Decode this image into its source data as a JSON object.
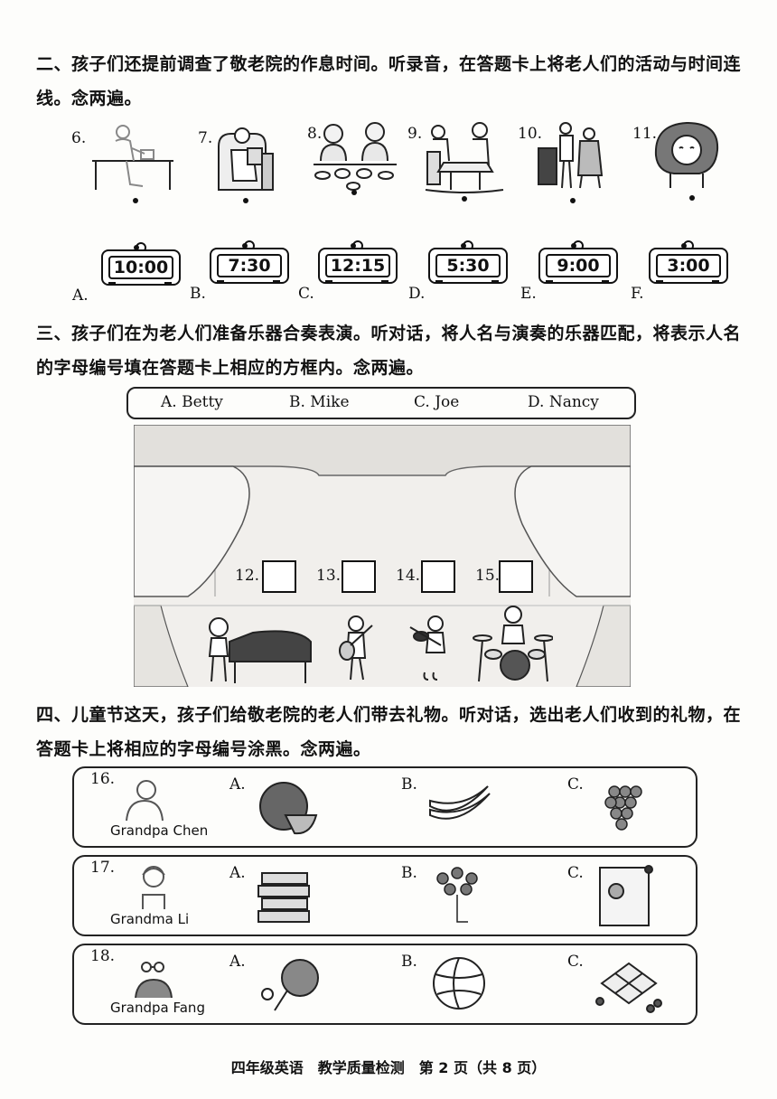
{
  "section2": {
    "title": "二、孩子们还提前调查了敬老院的作息时间。听录音，在答题卡上将老人们的活动与时间连线。念两遍。",
    "pictures": [
      {
        "num": "6.",
        "icon": "reading-at-desk-icon"
      },
      {
        "num": "7.",
        "icon": "reading-in-armchair-icon"
      },
      {
        "num": "8.",
        "icon": "eating-lunch-icon"
      },
      {
        "num": "9.",
        "icon": "playing-chess-icon"
      },
      {
        "num": "10.",
        "icon": "watching-tv-icon"
      },
      {
        "num": "11.",
        "icon": "sleeping-icon"
      }
    ],
    "clocks": [
      {
        "letter": "A.",
        "time": "10:00"
      },
      {
        "letter": "B.",
        "time": "7:30"
      },
      {
        "letter": "C.",
        "time": "12:15"
      },
      {
        "letter": "D.",
        "time": "5:30"
      },
      {
        "letter": "E.",
        "time": "9:00"
      },
      {
        "letter": "F.",
        "time": "3:00"
      }
    ]
  },
  "section3": {
    "title": "三、孩子们在为老人们准备乐器合奏表演。听对话，将人名与演奏的乐器匹配，将表示人名的字母编号填在答题卡上相应的方框内。念两遍。",
    "names": [
      "A. Betty",
      "B. Mike",
      "C. Joe",
      "D. Nancy"
    ],
    "boxes": [
      "12.",
      "13.",
      "14.",
      "15."
    ],
    "instruments": [
      "piano-icon",
      "guitar-icon",
      "violin-icon",
      "drums-icon"
    ]
  },
  "section4": {
    "title": "四、儿童节这天，孩子们给敬老院的老人们带去礼物。听对话，选出老人们收到的礼物，在答题卡上将相应的字母编号涂黑。念两遍。",
    "rows": [
      {
        "num": "16.",
        "person": "Grandpa Chen",
        "options": [
          {
            "letter": "A.",
            "icon": "watermelon-icon"
          },
          {
            "letter": "B.",
            "icon": "bananas-icon"
          },
          {
            "letter": "C.",
            "icon": "grapes-icon"
          }
        ]
      },
      {
        "num": "17.",
        "person": "Grandma Li",
        "options": [
          {
            "letter": "A.",
            "icon": "books-icon"
          },
          {
            "letter": "B.",
            "icon": "flowers-icon"
          },
          {
            "letter": "C.",
            "icon": "painting-icon"
          }
        ]
      },
      {
        "num": "18.",
        "person": "Grandpa Fang",
        "options": [
          {
            "letter": "A.",
            "icon": "ping-pong-icon"
          },
          {
            "letter": "B.",
            "icon": "volleyball-icon"
          },
          {
            "letter": "C.",
            "icon": "chess-board-icon"
          }
        ]
      }
    ]
  },
  "footer": "四年级英语　教学质量检测　第 2 页（共 8 页）"
}
